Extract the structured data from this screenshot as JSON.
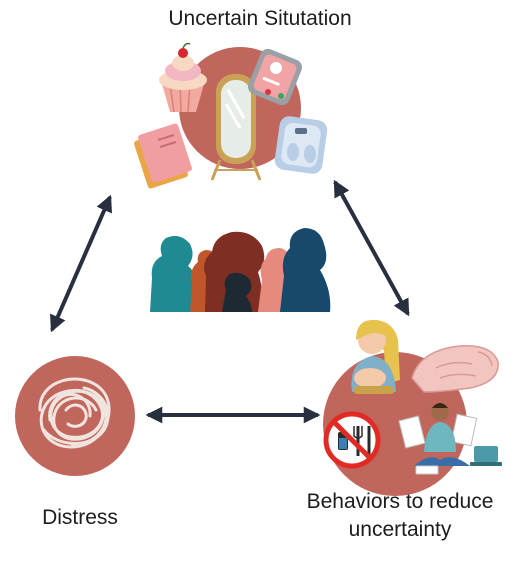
{
  "labels": {
    "top": "Uncertain Situtation",
    "left": "Distress",
    "right": "Behaviors to reduce uncertainty"
  },
  "icons": {
    "top_node": [
      "cupcake-icon",
      "mirror-icon",
      "phone-icon",
      "notebook-icon",
      "scale-icon"
    ],
    "left_node": [
      "scribble-icon"
    ],
    "center": [
      "people-silhouettes-icon"
    ],
    "right_node": [
      "anxious-person-icon",
      "no-eating-icon",
      "studying-person-icon",
      "pinching-fingers-icon"
    ]
  },
  "colors": {
    "node_fill": "#c0665d",
    "arrow": "#28303f",
    "scribble": "#f1e4de",
    "silhouette_teal": "#1f8a92",
    "silhouette_brown": "#7e2e22",
    "silhouette_orange": "#c1562a",
    "silhouette_pink": "#e68a7d",
    "silhouette_navy": "#16496a",
    "no_sign": "#e22a25"
  },
  "edges": [
    {
      "from": "top",
      "to": "left"
    },
    {
      "from": "top",
      "to": "right"
    },
    {
      "from": "left",
      "to": "right"
    }
  ]
}
